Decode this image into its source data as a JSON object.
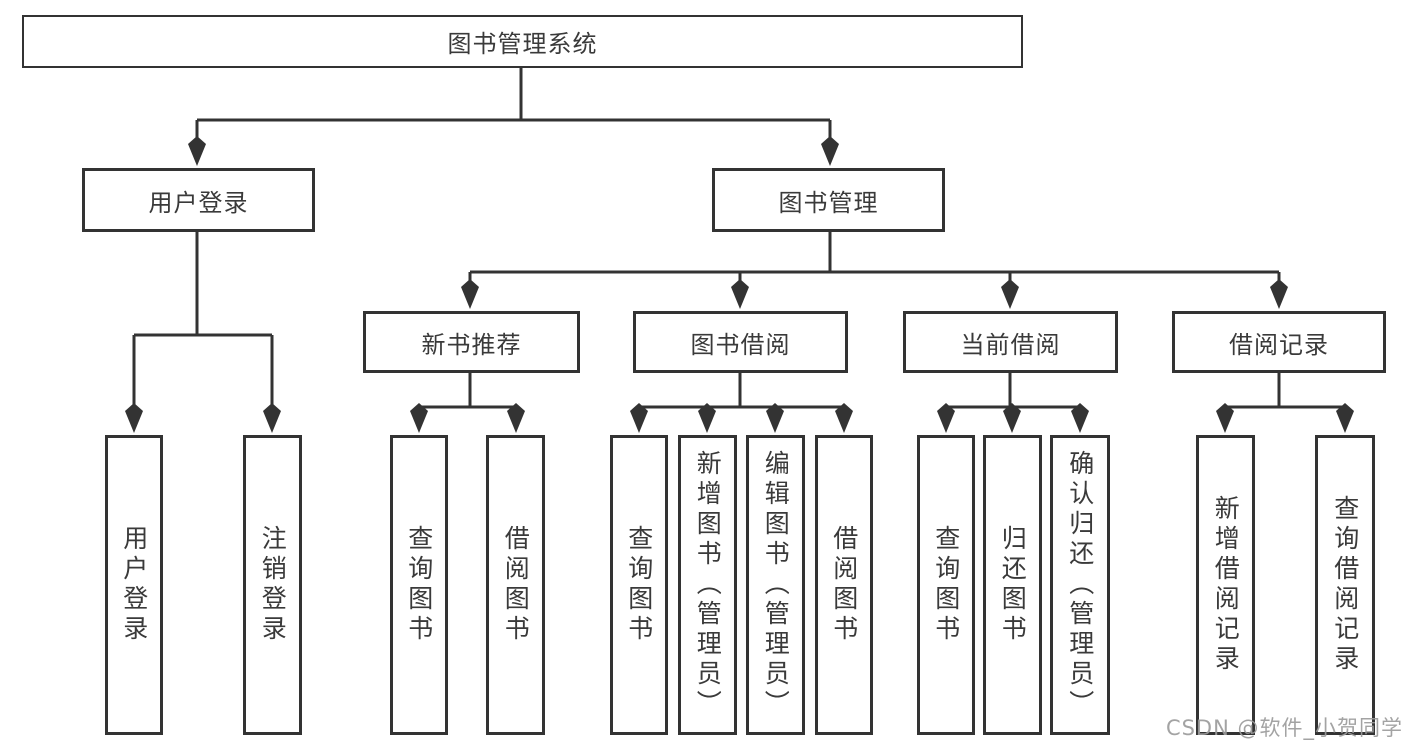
{
  "tree": {
    "label": "图书管理系统",
    "children": [
      {
        "label": "用户登录",
        "children": [
          {
            "label": "用户登录"
          },
          {
            "label": "注销登录"
          }
        ]
      },
      {
        "label": "图书管理",
        "children": [
          {
            "label": "新书推荐",
            "children": [
              {
                "label": "查询图书"
              },
              {
                "label": "借阅图书"
              }
            ]
          },
          {
            "label": "图书借阅",
            "children": [
              {
                "label": "查询图书"
              },
              {
                "label": "新增图书（管理员）"
              },
              {
                "label": "编辑图书（管理员）"
              },
              {
                "label": "借阅图书"
              }
            ]
          },
          {
            "label": "当前借阅",
            "children": [
              {
                "label": "查询图书"
              },
              {
                "label": "归还图书"
              },
              {
                "label": "确认归还（管理员）"
              }
            ]
          },
          {
            "label": "借阅记录",
            "children": [
              {
                "label": "新增借阅记录"
              },
              {
                "label": "查询借阅记录"
              }
            ]
          }
        ]
      }
    ]
  },
  "watermark": {
    "text": "CSDN @软件_小贺同学"
  },
  "colors": {
    "line": "#333333",
    "text": "#3a3a3a",
    "background": "#ffffff",
    "watermark": "#9b9b9b"
  }
}
